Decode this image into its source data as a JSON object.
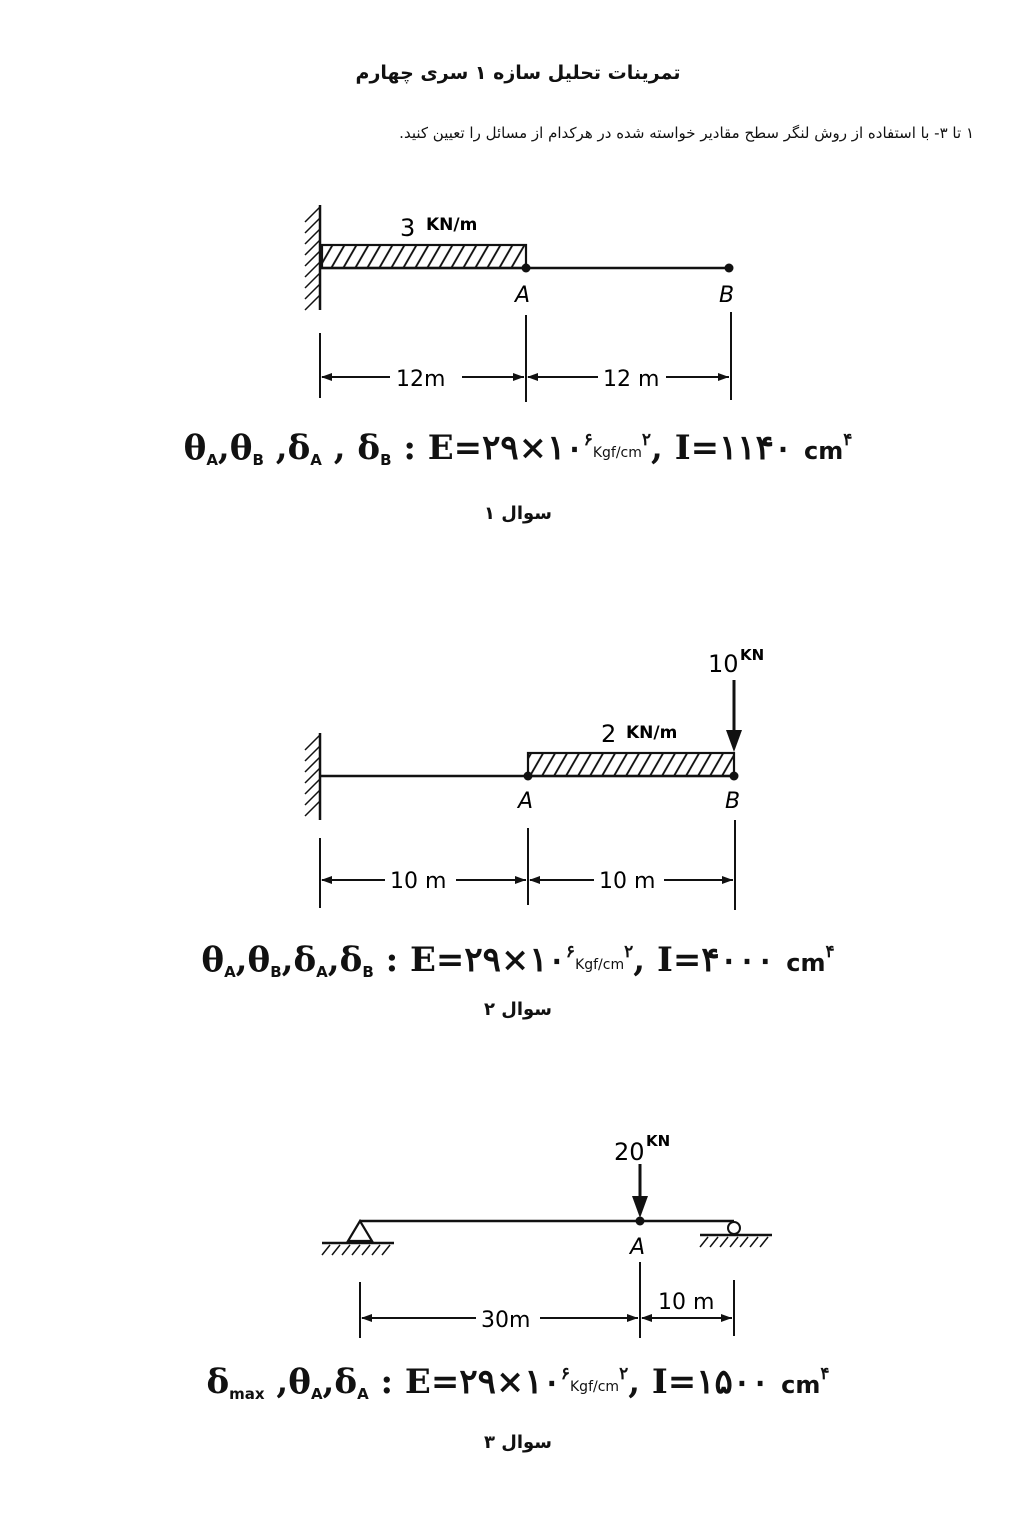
{
  "header": {
    "title": "تمرینات تحلیل سازه ۱ سری چهارم",
    "instruction": "۱ تا ۳- با استفاده از روش لنگر سطح مقادیر خواسته شده در هرکدام از مسائل را تعیین کنید."
  },
  "problems": [
    {
      "label": "سوال ۱",
      "load_label": "3",
      "load_unit": "KN/m",
      "point_a": "A",
      "point_b": "B",
      "dim_1": "12m",
      "dim_2": "12 m",
      "formula": {
        "theta": "θ",
        "delta": "δ",
        "sub_a": "A",
        "sub_b": "B",
        "e_part": ": E=۲۹×۱۰",
        "e_exp": "۶",
        "e_unit": "Kgf/cm",
        "e_unit_exp": "۲",
        "i_part": ", I=۱۱۴۰",
        "i_unit": "cm",
        "i_unit_exp": "۴"
      }
    },
    {
      "label": "سوال ۲",
      "force_value": "10",
      "force_unit": "KN",
      "load_label": "2",
      "load_unit": "KN/m",
      "point_a": "A",
      "point_b": "B",
      "dim_1": "10 m",
      "dim_2": "10 m",
      "formula": {
        "theta": "θ",
        "delta": "δ",
        "sub_a": "A",
        "sub_b": "B",
        "e_part": ": E=۲۹×۱۰",
        "e_exp": "۶",
        "e_unit": "Kgf/cm",
        "e_unit_exp": "۲",
        "i_part": ", I=۴۰۰۰",
        "i_unit": "cm",
        "i_unit_exp": "۴"
      }
    },
    {
      "label": "سوال ۳",
      "force_value": "20",
      "force_unit": "KN",
      "point_a": "A",
      "dim_1": "30m",
      "dim_2": "10 m",
      "formula": {
        "delta": "δ",
        "theta": "θ",
        "sub_max": "max",
        "sub_a": "A",
        "e_part": ": E=۲۹×۱۰",
        "e_exp": "۶",
        "e_unit": "Kgf/cm",
        "e_unit_exp": "۲",
        "i_part": ", I=۱۵۰۰",
        "i_unit": "cm",
        "i_unit_exp": "۴"
      }
    }
  ]
}
